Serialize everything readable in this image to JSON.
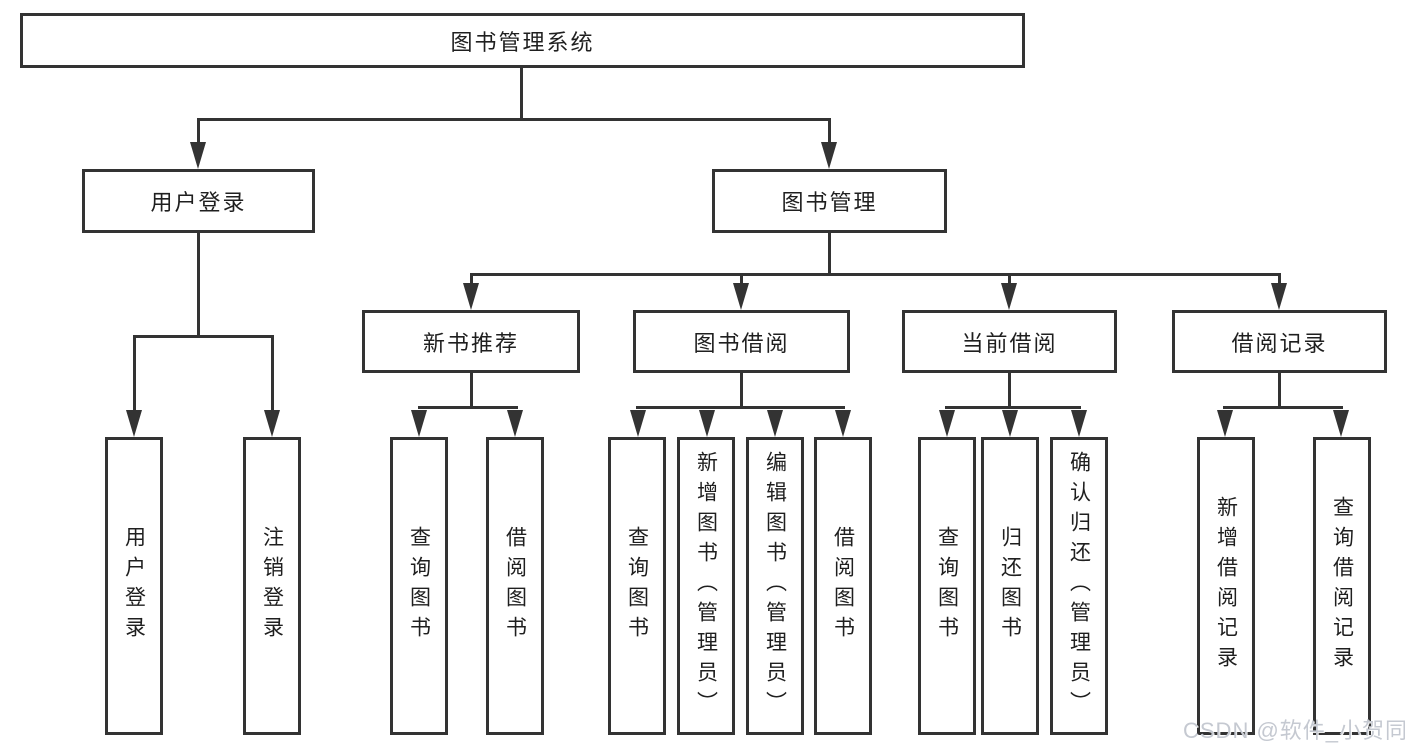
{
  "diagram": {
    "root": "图书管理系统",
    "l2": [
      "用户登录",
      "图书管理"
    ],
    "l3": [
      "新书推荐",
      "图书借阅",
      "当前借阅",
      "借阅记录"
    ],
    "leaves": [
      "用户登录",
      "注销登录",
      "查询图书",
      "借阅图书",
      "查询图书",
      "新增图书（管理员）",
      "编辑图书（管理员）",
      "借阅图书",
      "查询图书",
      "归还图书",
      "确认归还（管理员）",
      "新增借阅记录",
      "查询借阅记录"
    ]
  },
  "watermark": "CSDN @软件_小贺同学",
  "colors": {
    "line": "#333333",
    "text": "#1f1f1f",
    "background": "#ffffff",
    "watermark": "#c5c9d1"
  }
}
